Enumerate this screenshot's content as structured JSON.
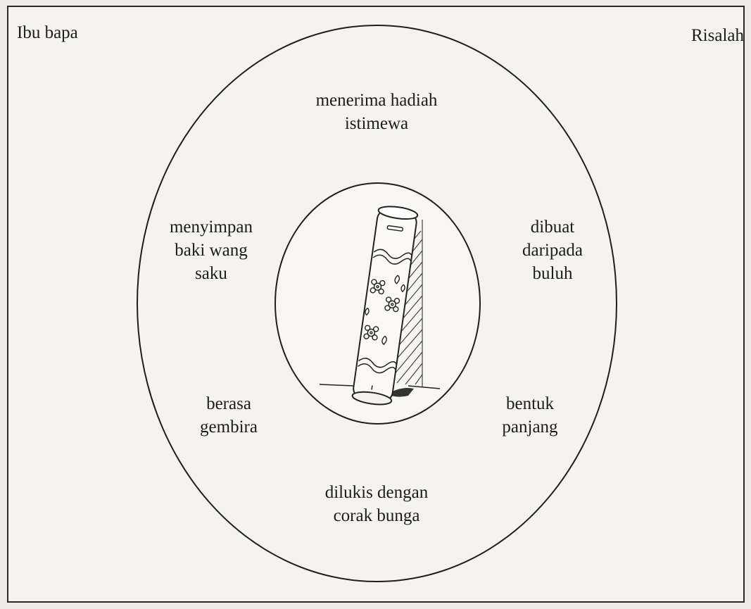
{
  "corners": {
    "left": "Ibu bapa",
    "right": "Risalah"
  },
  "outer_circle": {
    "top": "menerima hadiah\nistimewa",
    "upper_left": "menyimpan\nbaki wang\nsaku",
    "upper_right": "dibuat\ndaripada\nbuluh",
    "lower_left": "berasa\ngembira",
    "lower_right": "bentuk\npanjang",
    "bottom": "dilukis dengan\ncorak bunga"
  },
  "center_image": {
    "icon": "bamboo-money-box-icon"
  }
}
